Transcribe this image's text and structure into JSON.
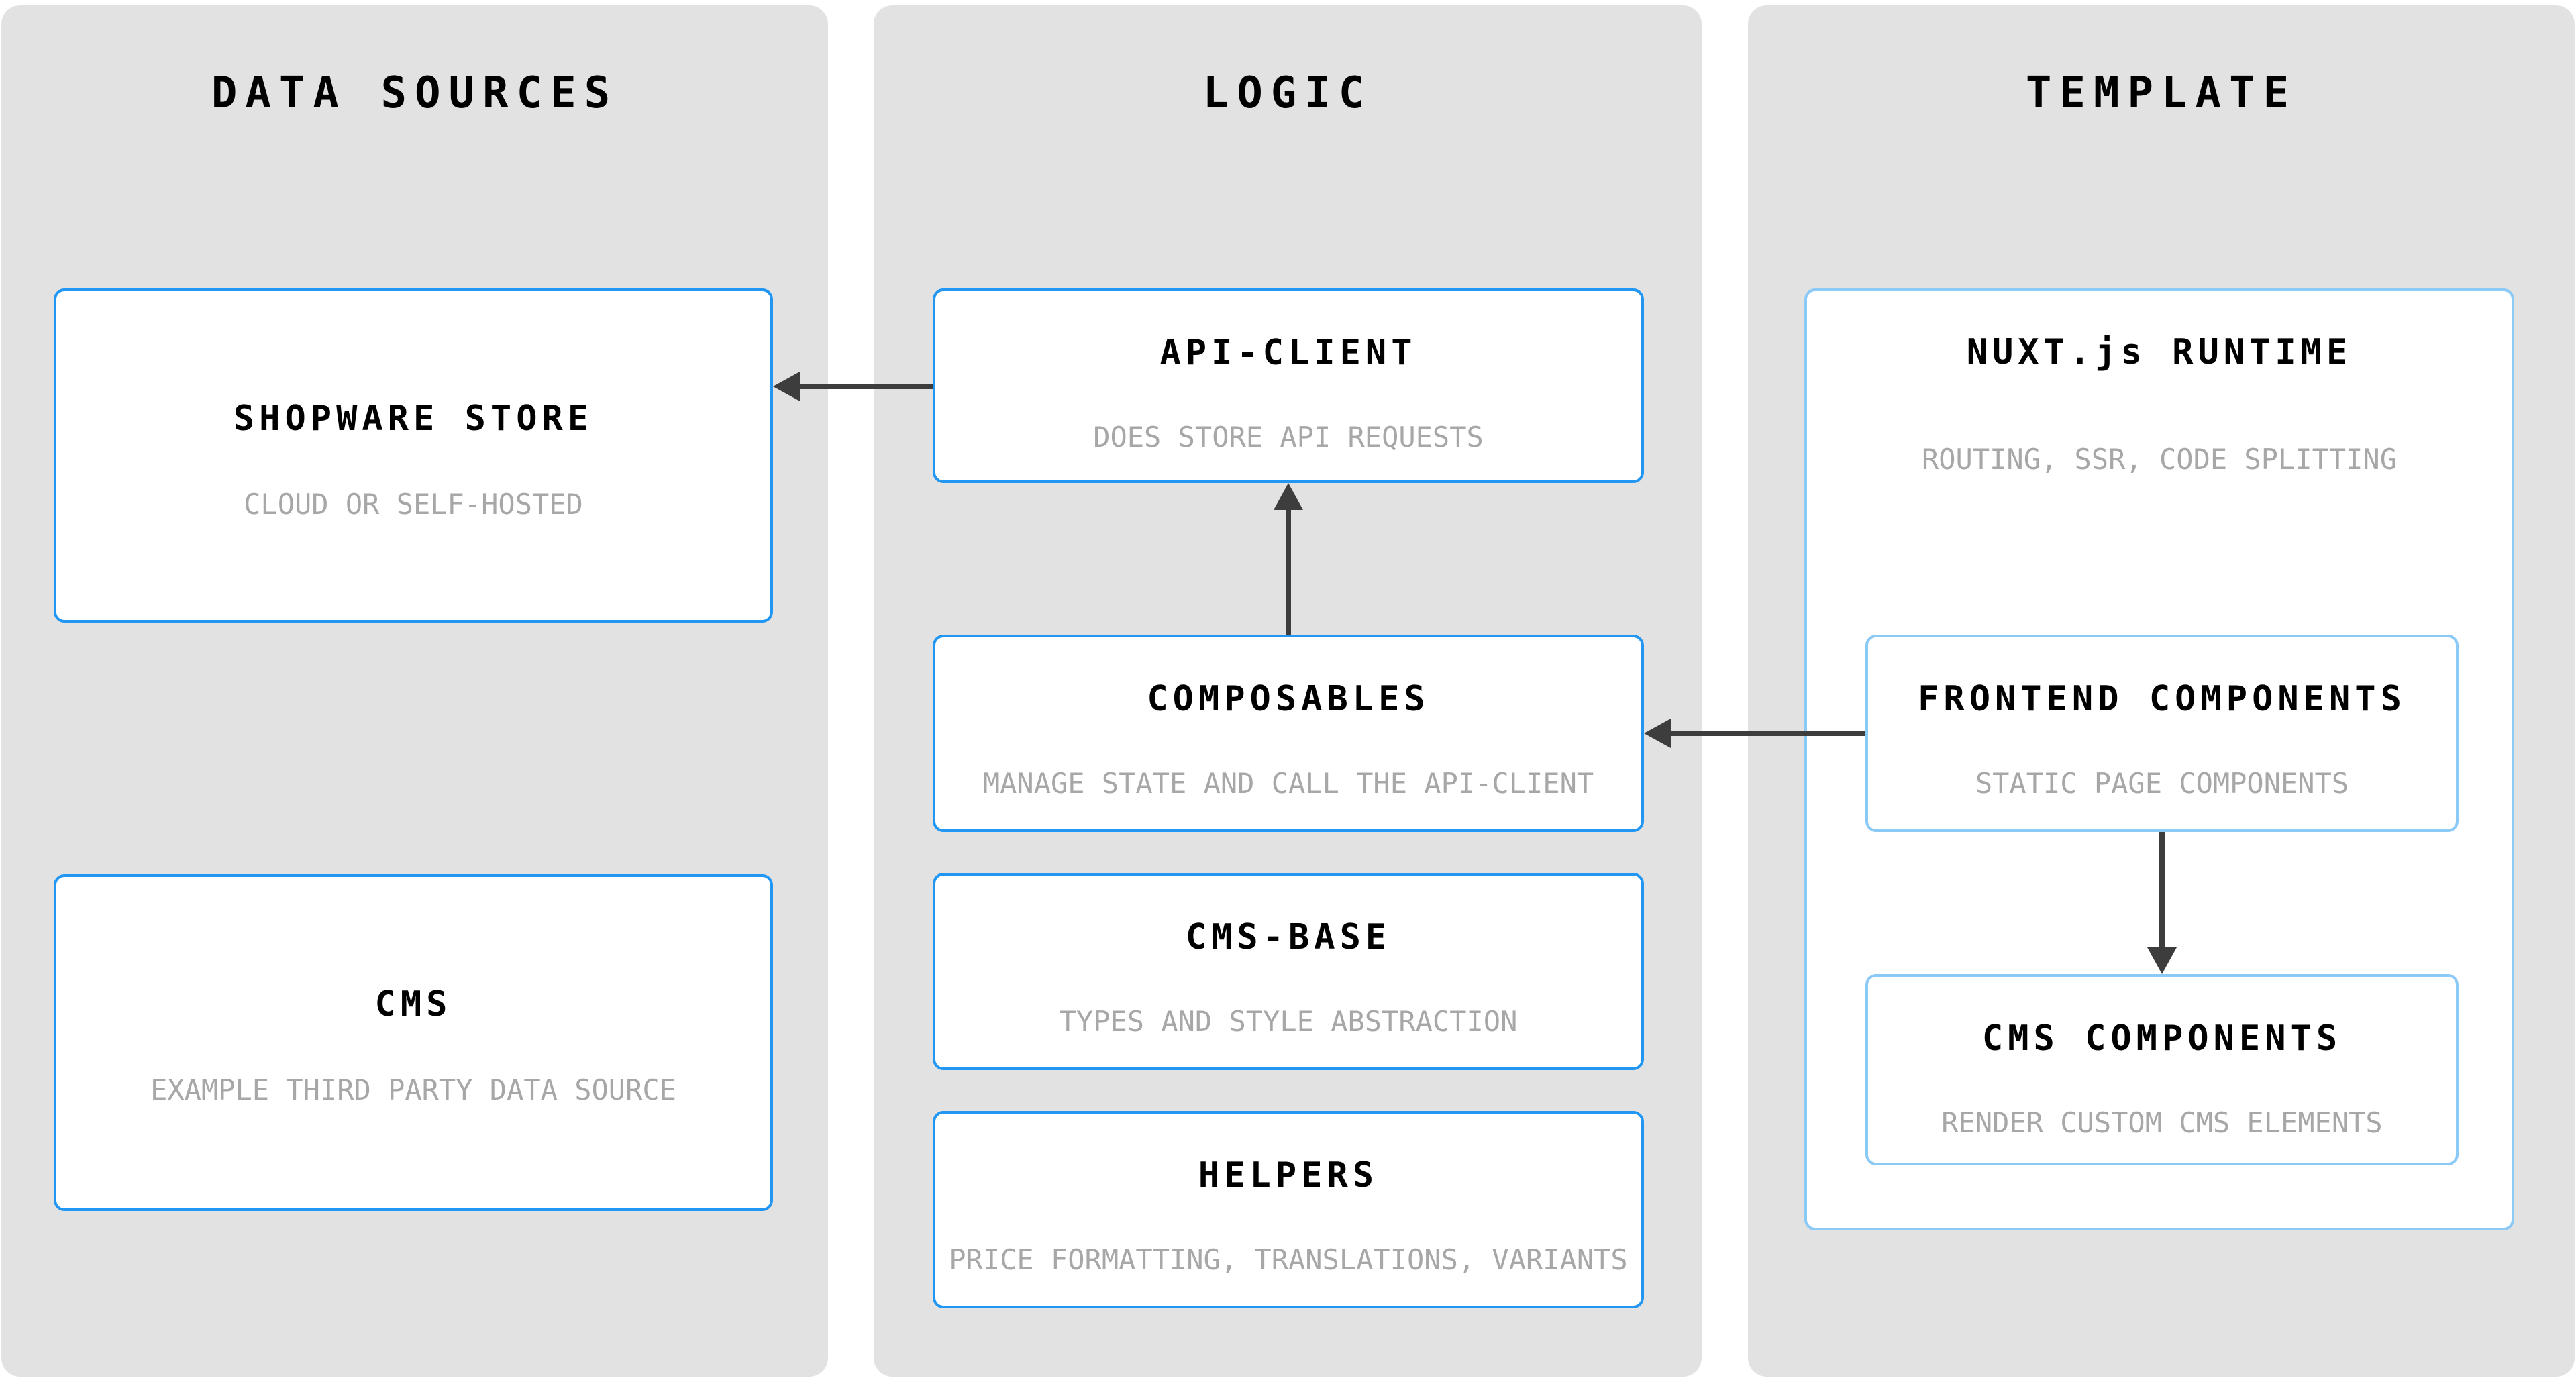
{
  "colors": {
    "accent_blue": "#2196f3",
    "light_blue": "#8bc9f7",
    "panel_gray": "#e2e2e2",
    "subtitle_gray": "#a7a7a7",
    "title_black": "#000000",
    "arrow_dark": "#3d3d3d",
    "background": "#ffffff"
  },
  "columns": [
    {
      "header": "DATA SOURCES",
      "boxes": [
        {
          "title": "SHOPWARE STORE",
          "subtitle": "CLOUD OR SELF-HOSTED"
        },
        {
          "title": "CMS",
          "subtitle": "EXAMPLE THIRD PARTY DATA SOURCE"
        }
      ]
    },
    {
      "header": "LOGIC",
      "boxes": [
        {
          "title": "API-CLIENT",
          "subtitle": "DOES STORE API REQUESTS"
        },
        {
          "title": "COMPOSABLES",
          "subtitle": "MANAGE STATE AND CALL THE API-CLIENT"
        },
        {
          "title": "CMS-BASE",
          "subtitle": "TYPES AND STYLE ABSTRACTION"
        },
        {
          "title": "HELPERS",
          "subtitle": "PRICE FORMATTING, TRANSLATIONS, VARIANTS"
        }
      ]
    },
    {
      "header": "TEMPLATE",
      "boxes": [
        {
          "title": "NUXT.js RUNTIME",
          "subtitle": "ROUTING, SSR, CODE SPLITTING"
        },
        {
          "title": "FRONTEND COMPONENTS",
          "subtitle": "STATIC PAGE COMPONENTS"
        },
        {
          "title": "CMS COMPONENTS",
          "subtitle": "RENDER CUSTOM CMS ELEMENTS"
        }
      ]
    }
  ],
  "edges": [
    {
      "from": "api-client",
      "to": "shopware-store",
      "direction": "left"
    },
    {
      "from": "composables",
      "to": "api-client",
      "direction": "up"
    },
    {
      "from": "frontend-components",
      "to": "composables",
      "direction": "left"
    },
    {
      "from": "frontend-components",
      "to": "cms-components",
      "direction": "down"
    }
  ]
}
